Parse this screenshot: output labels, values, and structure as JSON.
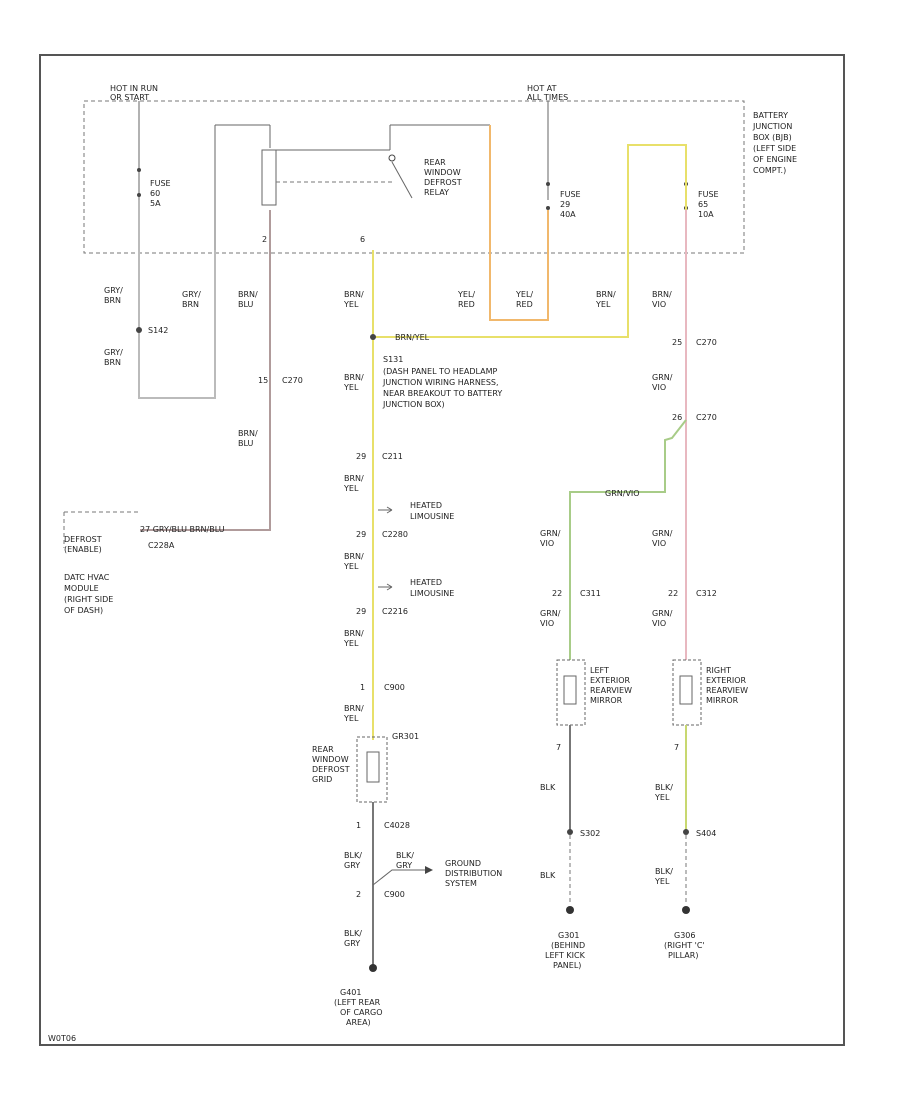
{
  "box": {
    "hot_label_left": [
      "HOT IN RUN",
      "OR START"
    ],
    "hot_label_right": [
      "HOT AT",
      "ALL TIMES"
    ],
    "bjb_label": [
      "BATTERY",
      "JUNCTION",
      "BOX (BJB)",
      "(LEFT SIDE",
      "OF ENGINE",
      "COMPT.)"
    ]
  },
  "fuses": {
    "f1": [
      "FUSE",
      "60",
      "5A"
    ],
    "f2": [
      "FUSE",
      "29",
      "40A"
    ],
    "f3": [
      "FUSE",
      "65",
      "10A"
    ]
  },
  "relay": {
    "label": [
      "REAR",
      "WINDOW",
      "DEFROST",
      "RELAY"
    ],
    "pin_left": "2",
    "pin_right": "6"
  },
  "splice_wires": {
    "s1a": [
      "GRY/",
      "BRN"
    ],
    "s1_conn": "S142",
    "s1b": [
      "GRY/",
      "BRN"
    ],
    "s2": [
      "GRY/",
      "BRN"
    ],
    "s3": [
      "BRN/",
      "BLU"
    ],
    "s3_pin": "15",
    "s3_conn": "C270",
    "s3b": [
      "BRN/",
      "BLU"
    ]
  },
  "center": {
    "w1": [
      "BRN/",
      "YEL"
    ],
    "w2": [
      "YEL/",
      "RED"
    ],
    "w3": [
      "YEL/",
      "RED"
    ],
    "w4": [
      "BRN/",
      "YEL"
    ],
    "splice_label": "BRN/YEL",
    "s_id": "S131",
    "s_text": [
      "(DASH PANEL TO HEADLAMP",
      "JUNCTION WIRING HARNESS,",
      "NEAR BREAKOUT TO BATTERY",
      "JUNCTION BOX)"
    ],
    "w5": [
      "BRN/",
      "YEL"
    ],
    "p1": "29",
    "c1": "C211",
    "w6": [
      "BRN/",
      "YEL"
    ],
    "heated1": [
      "HEATED",
      "LIMOUSINE"
    ],
    "p2": "29",
    "c2": "C2280",
    "w7": [
      "BRN/",
      "YEL"
    ],
    "heated2": [
      "HEATED",
      "LIMOUSINE"
    ],
    "p3": "29",
    "c3": "C2216",
    "w8": [
      "BRN/",
      "YEL"
    ],
    "p4": "1",
    "c4": "C900",
    "w9": [
      "BRN/",
      "YEL"
    ],
    "grid_conn": "GR301",
    "grid_label": [
      "REAR",
      "WINDOW",
      "DEFROST",
      "GRID"
    ],
    "p5": "1",
    "c5": "C4028",
    "w10": [
      "BLK/",
      "GRY"
    ],
    "w11": [
      "BLK/",
      "GRY"
    ],
    "ground_dist": [
      "GROUND",
      "DISTRIBUTION",
      "SYSTEM"
    ],
    "p6": "2",
    "c6": "C900",
    "w12": [
      "BLK/",
      "GRY"
    ],
    "ground": [
      "G401",
      "(LEFT REAR",
      "OF CARGO",
      "AREA)"
    ]
  },
  "module": {
    "title": [
      "DEFROST",
      "(ENABLE)"
    ],
    "conn": "C228A",
    "wire": "27  GRY/BLU  BRN/BLU",
    "desc": [
      "DATC HVAC",
      "MODULE",
      "(RIGHT SIDE",
      "OF DASH)"
    ]
  },
  "right": {
    "w1": [
      "BRN/",
      "VIO"
    ],
    "p1": "25",
    "c1": "C270",
    "w2": [
      "GRN/",
      "VIO"
    ],
    "p2": "26",
    "c2": "C270",
    "w3": "GRN/VIO",
    "w4": [
      "GRN/",
      "VIO"
    ],
    "w5": [
      "GRN/",
      "VIO"
    ],
    "p3": "22",
    "c3": "C311",
    "p4": "22",
    "c4": "C312",
    "w6": [
      "GRN/",
      "VIO"
    ],
    "w7": [
      "GRN/",
      "VIO"
    ],
    "mirror_l": [
      "LEFT",
      "EXTERIOR",
      "REARVIEW",
      "MIRROR"
    ],
    "mirror_r": [
      "RIGHT",
      "EXTERIOR",
      "REARVIEW",
      "MIRROR"
    ],
    "p5": "7",
    "p6": "7",
    "w8": "BLK",
    "w9": [
      "BLK/",
      "YEL"
    ],
    "s1": "S302",
    "s2": "S404",
    "w10": "BLK",
    "w11": [
      "BLK/",
      "YEL"
    ],
    "g1": [
      "G301",
      "(BEHIND",
      "LEFT KICK",
      "PANEL)"
    ],
    "g2": [
      "G306",
      "(RIGHT 'C'",
      "PILLAR)"
    ]
  },
  "footer_id": "W0T06"
}
